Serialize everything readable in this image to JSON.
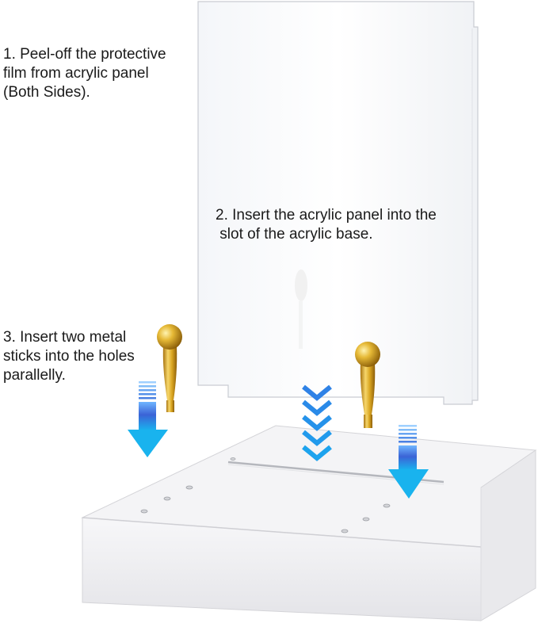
{
  "steps": [
    {
      "number": "1.",
      "lines": [
        "1. Peel-off the protective",
        "film from acrylic panel",
        "(Both Sides)."
      ]
    },
    {
      "number": "2.",
      "lines": [
        "2. Insert the acrylic panel into the",
        " slot of the acrylic base."
      ]
    },
    {
      "number": "3.",
      "lines": [
        "3. Insert two metal",
        "sticks into the holes",
        "parallelly."
      ]
    }
  ],
  "colors": {
    "arrow_top": "#6fb6ff",
    "arrow_mid": "#3b63d6",
    "arrow_bottom": "#19b3ee",
    "gold": "#d9a520",
    "base_top": "#f4f4f6",
    "base_side": "#e9e9ec"
  },
  "icons": [
    "down-arrow-icon",
    "chevron-down-icon",
    "metal-stick-icon"
  ]
}
